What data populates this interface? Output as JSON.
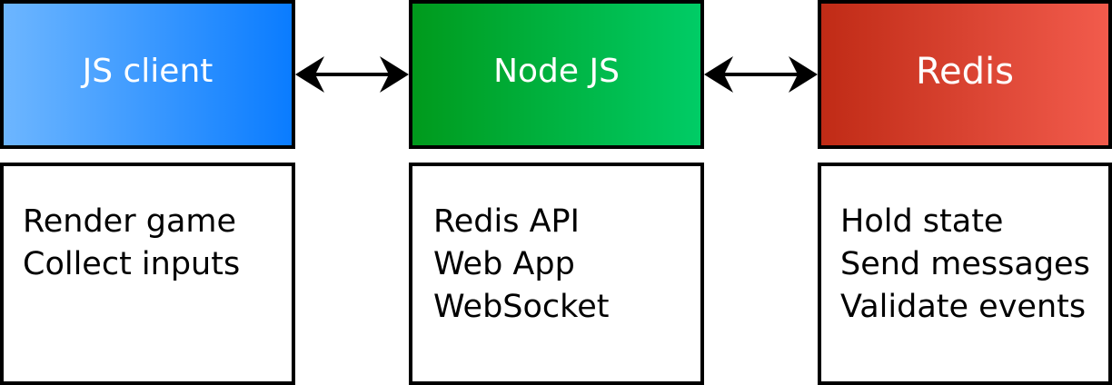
{
  "components": [
    {
      "title": "JS client",
      "lines": [
        "Render game",
        "Collect inputs"
      ],
      "color_from": "#6db6ff",
      "color_to": "#0a7cff"
    },
    {
      "title": "Node JS",
      "lines": [
        "Redis API",
        "Web App",
        "WebSocket"
      ],
      "color_from": "#009a1c",
      "color_to": "#00cc66"
    },
    {
      "title": "Redis",
      "lines": [
        "Hold state",
        "Send messages",
        "Validate events"
      ],
      "color_from": "#c02b16",
      "color_to": "#f25b4c"
    }
  ],
  "connections": [
    {
      "from": "JS client",
      "to": "Node JS",
      "direction": "bidirectional"
    },
    {
      "from": "Node JS",
      "to": "Redis",
      "direction": "bidirectional"
    }
  ]
}
